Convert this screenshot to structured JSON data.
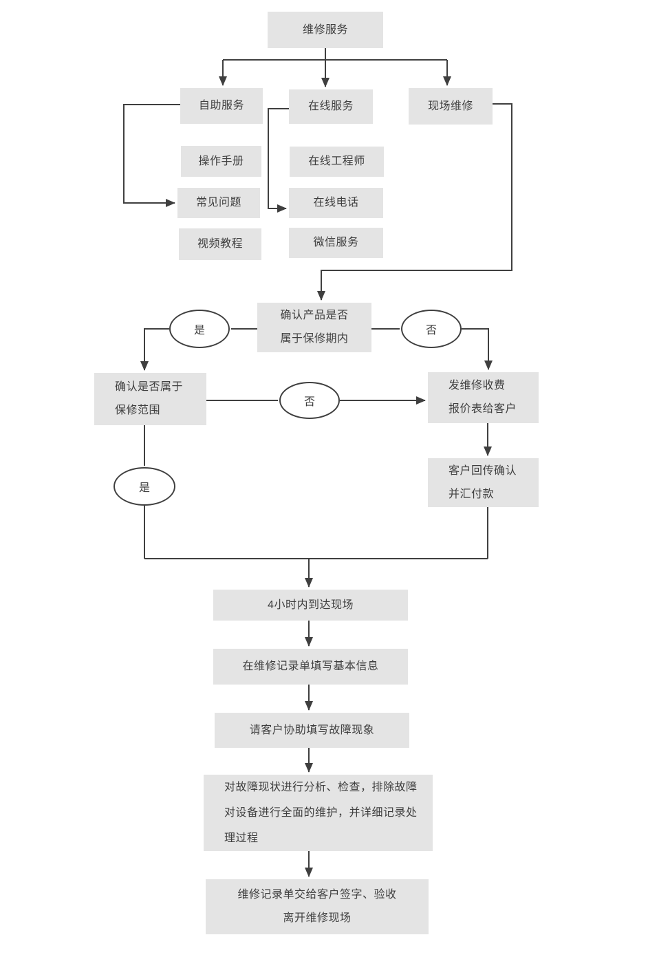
{
  "diagram": {
    "type": "flowchart",
    "language": "zh-CN",
    "colors": {
      "background": "#ffffff",
      "box_fill": "#e4e4e4",
      "line": "#3f3f3f",
      "text": "#3f3f3f",
      "ellipse_fill": "#ffffff",
      "ellipse_border": "#3f3f3f"
    },
    "nodes": {
      "root": {
        "label": "维修服务"
      },
      "self_service": {
        "label": "自助服务"
      },
      "online_service": {
        "label": "在线服务"
      },
      "onsite_repair": {
        "label": "现场维修"
      },
      "manual": {
        "label": "操作手册"
      },
      "faq": {
        "label": "常见问题"
      },
      "video": {
        "label": "视频教程"
      },
      "online_engineer": {
        "label": "在线工程师"
      },
      "online_phone": {
        "label": "在线电话"
      },
      "wechat_service": {
        "label": "微信服务"
      },
      "confirm_warranty_period": {
        "line1": "确认产品是否",
        "line2": "属于保修期内"
      },
      "confirm_warranty_scope": {
        "line1": "确认是否属于",
        "line2": "保修范围"
      },
      "send_quote": {
        "line1": "发维修收费",
        "line2": "报价表给客户"
      },
      "customer_confirm_payment": {
        "line1": "客户回传确认",
        "line2": "并汇付款"
      },
      "arrive_onsite_4h": {
        "label": "4小时内到达现场"
      },
      "fill_basic_info": {
        "label": "在维修记录单填写基本信息"
      },
      "fill_fault_symptom": {
        "label": "请客户协助填写故障现象"
      },
      "analyze_and_fix": {
        "line1": "对故障现状进行分析、检查，排除故障",
        "line2": "对设备进行全面的维护，并详细记录处",
        "line3": "理过程"
      },
      "signoff_leave": {
        "line1": "维修记录单交给客户签字、验收",
        "line2": "离开维修现场"
      }
    },
    "decisions": {
      "yes_top": "是",
      "no_top": "否",
      "no_mid": "否",
      "yes_bottom": "是"
    }
  }
}
